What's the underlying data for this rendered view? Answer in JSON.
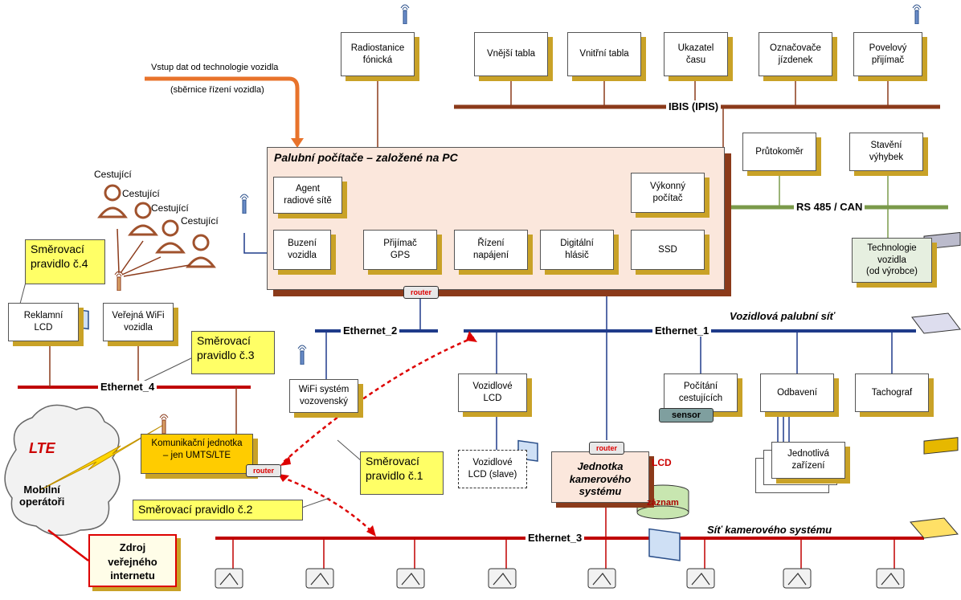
{
  "pc": {
    "title": "Palubní počítače – založené na PC"
  },
  "modules": {
    "agent": "Agent\nradiové sítě",
    "vykonny": "Výkonný\npočítač",
    "buzeni": "Buzení\nvozidla",
    "gps": "Přijímač\nGPS",
    "rizeni": "Řízení\nnapájení",
    "hlasic": "Digitální\nhlásič",
    "ssd": "SSD"
  },
  "top": {
    "radio": "Radiostanice\nfónická",
    "vnejsi": "Vnější tabla",
    "vnitrni": "Vnitřní tabla",
    "ukazatel": "Ukazatel\nčasu",
    "oznacovace": "Označovače\njízdenek",
    "povelovy": "Povelový\npřijímač",
    "ibis": "IBIS (IPIS)"
  },
  "input": {
    "line1": "Vstup dat od technologie vozidla",
    "line2": "(sběrnice řízení vozidla)"
  },
  "rs": {
    "prutokomer": "Průtokoměr",
    "stavenik": "Stavění\nvýhybek",
    "label": "RS 485 / CAN",
    "tech": "Technologie\nvozidla\n(od výrobce)"
  },
  "passengers": {
    "label1": "Cestující",
    "label2": "Cestující",
    "label3": "Cestující",
    "label4": "Cestující"
  },
  "left": {
    "reklamni": "Reklamní\nLCD",
    "wifi_verejna": "Veřejná WiFi\nvozidla",
    "eth4": "Ethernet_4"
  },
  "callouts": {
    "p4": "Směrovací\npravidlo č.4",
    "p3": "Směrovací\npravidlo č.3",
    "p1": "Směrovací\npravidlo č.1",
    "p2": "Směrovací pravidlo č.2"
  },
  "eth2": {
    "label": "Ethernet_2",
    "wifi": "WiFi systém\nvozovenský"
  },
  "eth1": {
    "label": "Ethernet_1",
    "net": "Vozidlová palubní síť",
    "lcd": "Vozidlové\nLCD",
    "lcd_slave": "Vozidlové\nLCD (slave)",
    "pocitani": "Počítání\ncestujících",
    "sensor": "sensor",
    "odbaveni": "Odbavení",
    "zarizeni": "Jednotlivá\nzařízení",
    "tacho": "Tachograf"
  },
  "comm": {
    "text": "Komunikační jednotka\n– jen UMTS/LTE"
  },
  "router": "router",
  "lte": {
    "lte": "LTE",
    "op": "Mobilní\noperátoři"
  },
  "internet": "Zdroj\nveřejného\ninternetu",
  "cam": {
    "title": "Jednotka\nkamerového\nsystému",
    "lcd": "LCD",
    "zaznam": "záznam"
  },
  "eth3": {
    "label": "Ethernet_3",
    "net": "Síť kamerového systému"
  },
  "colors": {
    "ibis": "#8b3a1a",
    "rs": "#7a9a4a",
    "eth": "#1f3b8a",
    "red": "#c00000",
    "shadow": "#c9a227"
  }
}
